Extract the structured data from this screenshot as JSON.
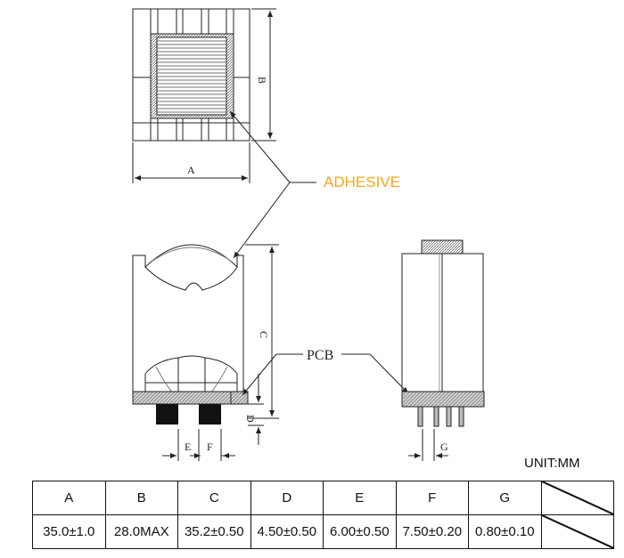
{
  "labels": {
    "adhesive": "ADHESIVE",
    "pcb": "PCB",
    "unit": "UNIT:MM",
    "dim_a": "A",
    "dim_b": "B",
    "dim_c": "C",
    "dim_d": "D",
    "dim_e": "E",
    "dim_f": "F",
    "dim_g": "G"
  },
  "colors": {
    "adhesive_text": "#f0a818",
    "line": "#222222",
    "pad": "#111111"
  },
  "table": {
    "headers": [
      "A",
      "B",
      "C",
      "D",
      "E",
      "F",
      "G"
    ],
    "values": [
      "35.0±1.0",
      "28.0MAX",
      "35.2±0.50",
      "4.50±0.50",
      "6.00±0.50",
      "7.50±0.20",
      "0.80±0.10"
    ]
  }
}
